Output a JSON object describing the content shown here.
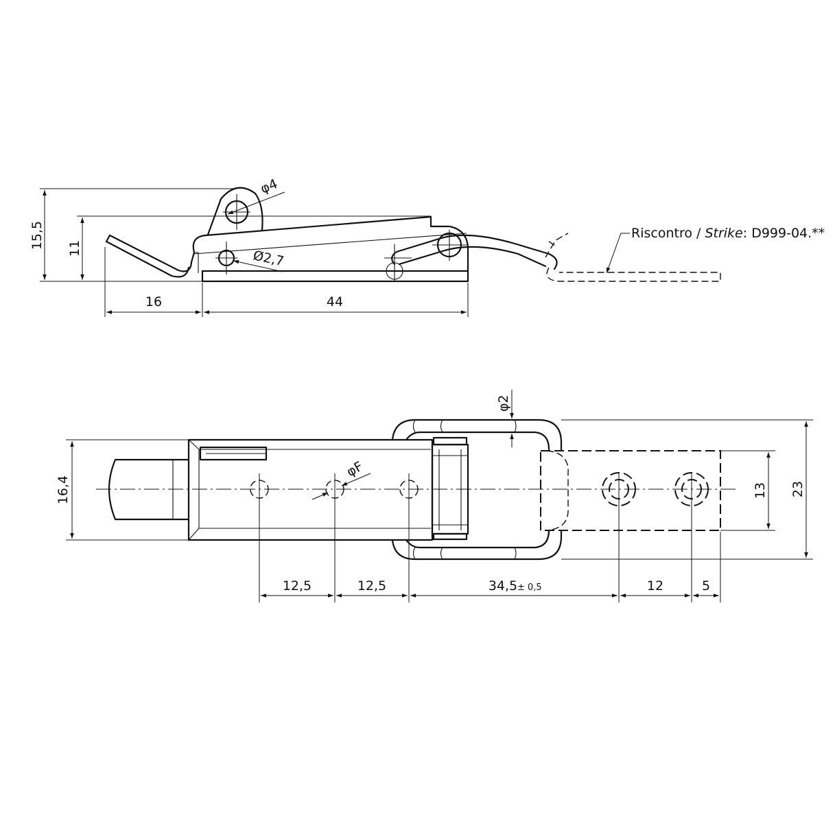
{
  "side_view": {
    "dim_height_total": "15,5",
    "dim_height_lever": "11",
    "dim_ear_hole": "φ4",
    "dim_mount_hole": "Ø2,7",
    "dim_hook_length": "16",
    "dim_base_length": "44",
    "strike_label_prefix": "Riscontro / ",
    "strike_label_italic": "Strike",
    "strike_label_suffix": ": D999-04.**"
  },
  "plan_view": {
    "dim_wire": "φ2",
    "dim_width_body": "16,4",
    "dim_hole_f": "φF",
    "dim_strike_width": "13",
    "dim_loop_width": "23",
    "dim_pitch_1": "12,5",
    "dim_pitch_2": "12,5",
    "dim_center_distance": "34,5",
    "dim_center_tolerance": "± 0,5",
    "dim_strike_pitch": "12",
    "dim_strike_edge": "5"
  }
}
